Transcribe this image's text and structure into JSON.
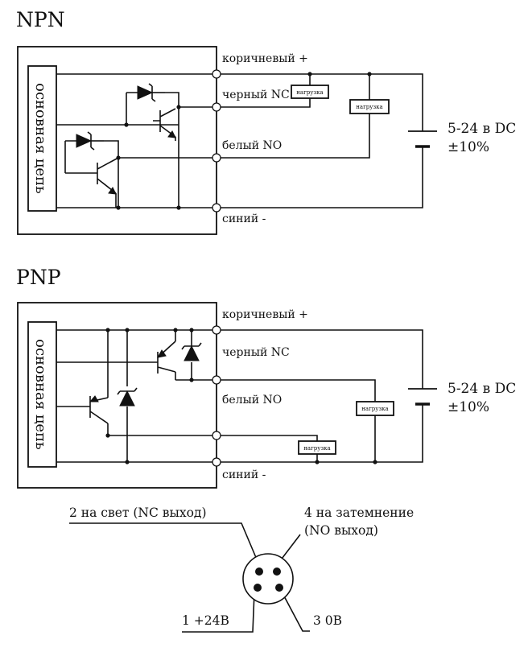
{
  "npn": {
    "title": "NPN",
    "core_label": "основная цепь",
    "wires": {
      "brown": "коричневый +",
      "black": "черный NC",
      "white": "белый NO",
      "blue": "синий -"
    },
    "load_nc": "нагрузка",
    "load_no": "нагрузка",
    "supply_line1": "5-24 в DC",
    "supply_line2": "±10%"
  },
  "pnp": {
    "title": "PNP",
    "core_label": "основная цепь",
    "wires": {
      "brown": "коричневый +",
      "black": "черный NC",
      "white": "белый NO",
      "blue": "синий -"
    },
    "load_nc": "нагрузка",
    "load_no": "нагрузка",
    "supply_line1": "5-24 в DC",
    "supply_line2": "±10%"
  },
  "connector": {
    "pin2": "2 на свет (NC выход)",
    "pin4_line1": "4 на затемнение",
    "pin4_line2": "(NO выход)",
    "pin1": "1 +24В",
    "pin3": "3 0В"
  }
}
